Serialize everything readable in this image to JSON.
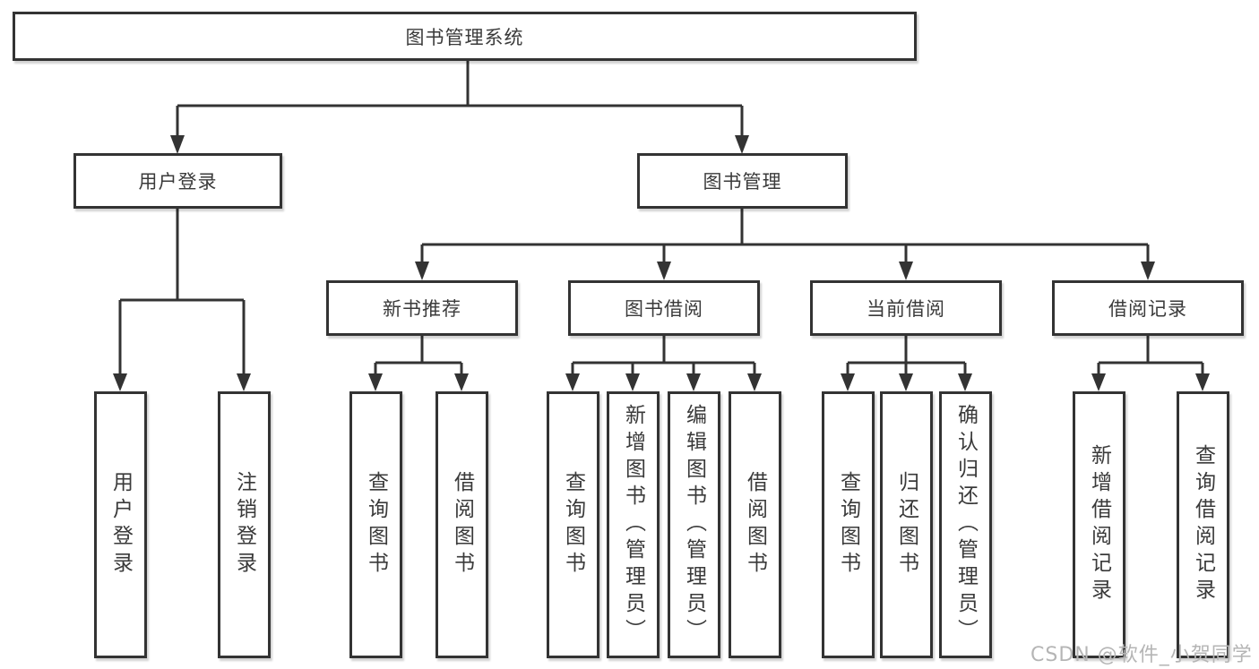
{
  "diagram_type": "hierarchy-tree",
  "watermark": {
    "text": "CSDN @软件_小贺同学"
  },
  "colors": {
    "line": "#333333",
    "text": "#3a3a3a",
    "box_background": "#ffffff",
    "watermark": "#b5b5b5"
  },
  "tree": {
    "root": {
      "label": "图书管理系统"
    },
    "branches": [
      {
        "label": "用户登录",
        "children": [
          {
            "label": "用户登录"
          },
          {
            "label": "注销登录"
          }
        ]
      },
      {
        "label": "图书管理",
        "children": [
          {
            "label": "新书推荐",
            "children": [
              {
                "label": "查询图书"
              },
              {
                "label": "借阅图书"
              }
            ]
          },
          {
            "label": "图书借阅",
            "children": [
              {
                "label": "查询图书"
              },
              {
                "label": "新增图书（管理员）"
              },
              {
                "label": "编辑图书（管理员）"
              },
              {
                "label": "借阅图书"
              }
            ]
          },
          {
            "label": "当前借阅",
            "children": [
              {
                "label": "查询图书"
              },
              {
                "label": "归还图书"
              },
              {
                "label": "确认归还（管理员）"
              }
            ]
          },
          {
            "label": "借阅记录",
            "children": [
              {
                "label": "新增借阅记录"
              },
              {
                "label": "查询借阅记录"
              }
            ]
          }
        ]
      }
    ]
  }
}
